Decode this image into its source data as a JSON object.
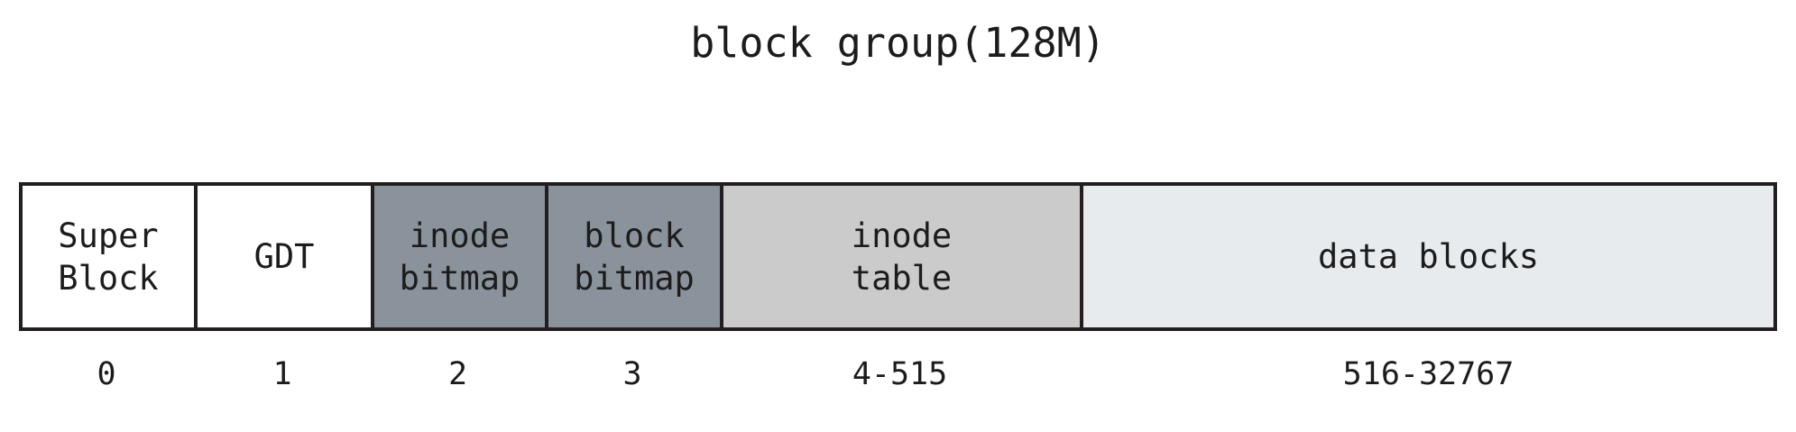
{
  "diagram": {
    "title": "block group(128M)",
    "background_color": "#ffffff",
    "border_color": "#231f20",
    "text_color": "#1c1c1c",
    "segments": [
      {
        "key": "super-block",
        "label": "Super\nBlock",
        "fill": "#ffffff",
        "blocks": "0"
      },
      {
        "key": "gdt",
        "label": "GDT",
        "fill": "#ffffff",
        "blocks": "1"
      },
      {
        "key": "inode-bitmap",
        "label": "inode\nbitmap",
        "fill": "#8a939b",
        "blocks": "2"
      },
      {
        "key": "block-bitmap",
        "label": "block\nbitmap",
        "fill": "#8a939b",
        "blocks": "3"
      },
      {
        "key": "inode-table",
        "label": "inode\ntable",
        "fill": "#cbcbcb",
        "blocks": "4-515"
      },
      {
        "key": "data-blocks",
        "label": "data blocks",
        "fill": "#e7ebee",
        "blocks": "516-32767"
      }
    ]
  }
}
